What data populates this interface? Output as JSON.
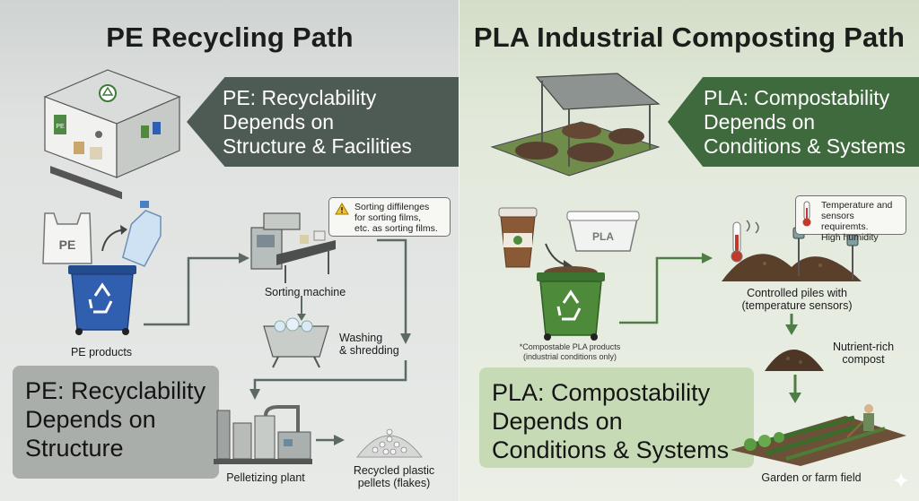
{
  "left": {
    "title": "PE Recycling Path",
    "banner": "PE: Recyclability\nDepends on\nStructure & Facilities",
    "callout": "Sorting diffilenges\nfor sorting films,\netc. as sorting films.",
    "bag_label": "PE",
    "products_label": "PE products",
    "sorting_label": "Sorting machine",
    "washing_label": "Washing\n& shredding",
    "box": "PE: Recyclability\nDepends on\nStructure",
    "pelletizing_label": "Pelletizing plant",
    "pellets_label": "Recycled plastic\npellets (flakes)",
    "facility_sign": "PE"
  },
  "right": {
    "title": "PLA Industrial Composting Path",
    "banner": "PLA: Compostability\nDepends on\nConditions & Systems",
    "callout": "Temperature and\nsensors requiremts.\nHigh humidity",
    "container_label": "PLA",
    "products_note": "*Compostable PLA products\n(industrial conditions only)",
    "piles_label": "Controlled piles with\n(temperature sensors)",
    "compost_label": "Nutrient-rich\ncompost",
    "box": "PLA: Compostability\nDepends on\nConditions & Systems",
    "field_label": "Garden or farm field"
  },
  "colors": {
    "pe_banner": "#4e5a54",
    "pla_banner": "#3f6a3d",
    "recycle_bin_blue": "#2f5fae",
    "compost_bin_green": "#4d8a3a",
    "arrow_grey": "#5d6a64",
    "arrow_green": "#4e7d45"
  },
  "icons": [
    "recycle-icon",
    "warning-icon",
    "thermometer-icon",
    "sparkle-icon"
  ]
}
